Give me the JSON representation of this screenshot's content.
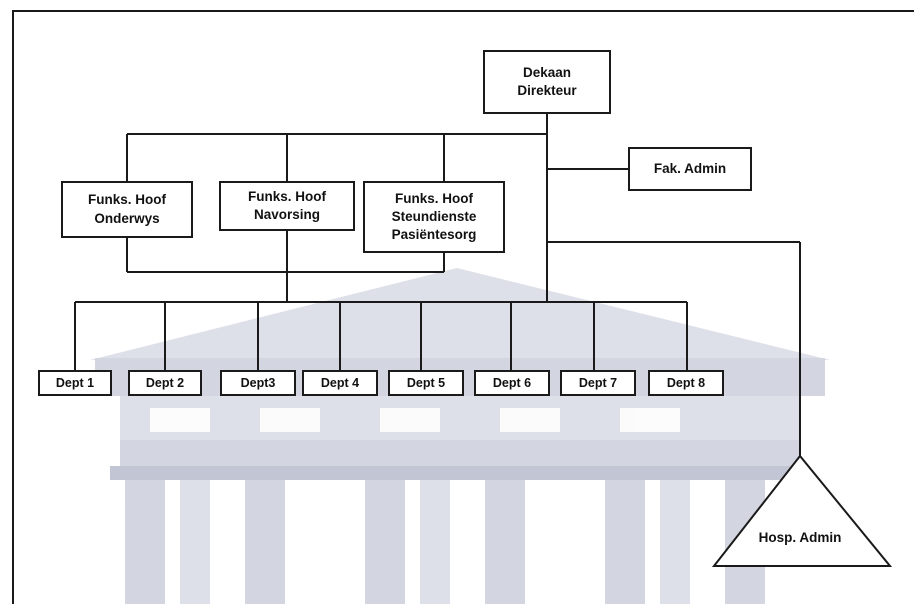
{
  "org_chart": {
    "top": {
      "line1": "Dekaan",
      "line2": "Direkteur"
    },
    "staff": {
      "label": "Fak. Admin"
    },
    "heads": [
      {
        "line1": "Funks. Hoof",
        "line2": "Onderwys"
      },
      {
        "line1": "Funks. Hoof",
        "line2": "Navorsing"
      },
      {
        "line1": "Funks. Hoof",
        "line2": "Steundienste",
        "line3": "Pasiëntesorg"
      }
    ],
    "departments": [
      "Dept 1",
      "Dept 2",
      "Dept3",
      "Dept 4",
      "Dept 5",
      "Dept 6",
      "Dept 7",
      "Dept 8"
    ],
    "hospital": {
      "label": "Hosp. Admin"
    }
  },
  "colors": {
    "line": "#1a1a1a",
    "watermark": "#c5c9d8",
    "watermark_dark": "#aeb3c6",
    "text": "#111111"
  }
}
